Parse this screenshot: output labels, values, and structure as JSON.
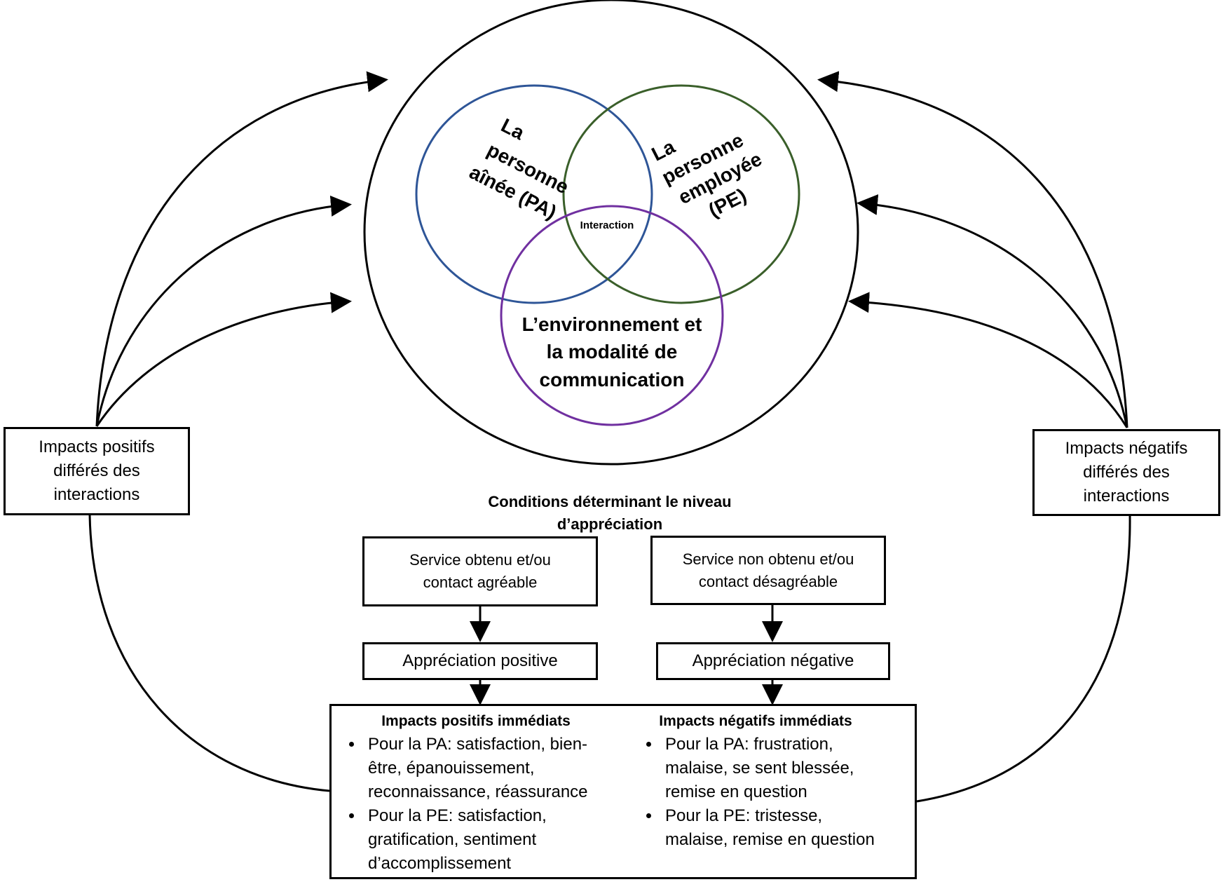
{
  "venn": {
    "circle_pa": "La personne aînée (PA)",
    "circle_pa_lines": [
      "La",
      "personne",
      "aînée (PA)"
    ],
    "circle_pe_lines": [
      "La",
      "personne",
      "employée",
      "(PE)"
    ],
    "circle_env_lines": [
      "L’environnement et",
      "la modalité de",
      "communication"
    ],
    "intersection": "Interaction",
    "colors": {
      "pa": "#2e5597",
      "pe": "#3a5f2a",
      "env": "#7030a0"
    }
  },
  "side_boxes": {
    "left": "Impacts positifs différés des interactions",
    "right": "Impacts négatifs différés des interactions"
  },
  "conditions": {
    "title": "Conditions déterminant le niveau d’appréciation",
    "positive_condition": "Service obtenu et/ou contact agréable",
    "negative_condition": "Service non obtenu et/ou contact désagréable",
    "positive_appreciation": "Appréciation positive",
    "negative_appreciation": "Appréciation négative"
  },
  "immediate_impacts": {
    "positive": {
      "title": "Impacts positifs immédiats",
      "items": [
        "Pour la PA: satisfaction, bien-être, épanouissement, reconnaissance, réassurance",
        "Pour la PE: satisfaction, gratification, sentiment d’accomplissement"
      ]
    },
    "negative": {
      "title": "Impacts négatifs immédiats",
      "items": [
        "Pour la PA: frustration, malaise, se sent blessée, remise en question",
        "Pour la PE: tristesse, malaise, remise en question"
      ]
    }
  }
}
